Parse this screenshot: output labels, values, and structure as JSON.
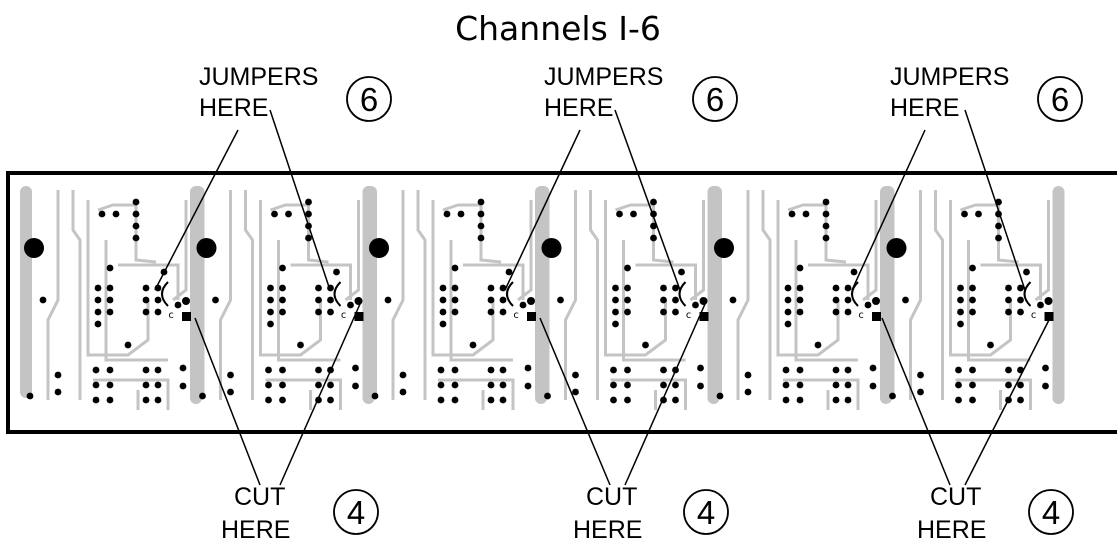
{
  "title": "Channels I-6",
  "board": {
    "cut_marker": "c"
  },
  "jumper_callouts": [
    {
      "line1": "JUMPERS",
      "line2": "HERE",
      "count": "6"
    },
    {
      "line1": "JUMPERS",
      "line2": "HERE",
      "count": "6"
    },
    {
      "line1": "JUMPERS",
      "line2": "HERE",
      "count": "6"
    }
  ],
  "cut_callouts": [
    {
      "line1": "CUT",
      "line2": "HERE",
      "count": "4"
    },
    {
      "line1": "CUT",
      "line2": "HERE",
      "count": "4"
    },
    {
      "line1": "CUT",
      "line2": "HERE",
      "count": "4"
    }
  ],
  "colors": {
    "trace": "#c4c4c4",
    "pad": "#000000",
    "outline": "#000000"
  }
}
